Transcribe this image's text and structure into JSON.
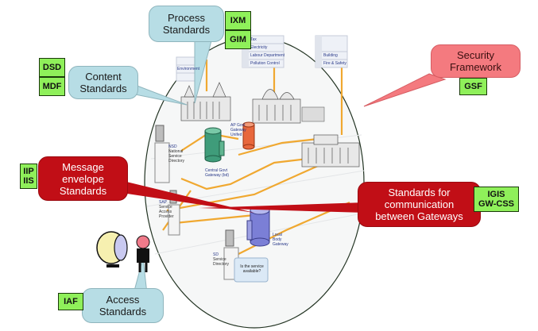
{
  "callouts": {
    "process": {
      "line1": "Process",
      "line2": "Standards"
    },
    "content": {
      "line1": "Content",
      "line2": "Standards"
    },
    "security": {
      "line1": "Security",
      "line2": "Framework"
    },
    "message": {
      "line1": "Message",
      "line2": "envelope",
      "line3": "Standards"
    },
    "communication": {
      "line1": "Standards for",
      "line2": "communication",
      "line3": "between Gateways"
    },
    "access": {
      "line1": "Access",
      "line2": "Standards"
    }
  },
  "tags": {
    "process": [
      "IXM",
      "GIM"
    ],
    "content": [
      "DSD",
      "MDF"
    ],
    "security": [
      "GSF"
    ],
    "message": [
      "IIP",
      "IIS"
    ],
    "communication": [
      "IGIS",
      "GW-CSS"
    ],
    "access": [
      "IAF"
    ]
  },
  "illustration": {
    "nsd": {
      "code": "NSD",
      "l1": "National",
      "l2": "Service",
      "l3": "Directory"
    },
    "central_gateway": {
      "l1": "Central Govt",
      "l2": "Gateway (bd)"
    },
    "ap_gateway": {
      "l1": "AP Govt",
      "l2": "Gateway",
      "l3": "Unifed"
    },
    "sap": {
      "code": "SAP",
      "l1": "Service",
      "l2": "Access",
      "l3": "Provider"
    },
    "local_gateway": {
      "l1": "Local",
      "l2": "Body",
      "l3": "Gateway"
    },
    "sd": {
      "code": "SD",
      "l1": "Service",
      "l2": "Directory"
    },
    "speech": {
      "l1": "Is the service",
      "l2": "available?"
    },
    "state_panel": {
      "title": "State Dept",
      "items": [
        "Tax",
        "Electricity",
        "Labour Department",
        "Pollution Control"
      ]
    },
    "local_panel": {
      "title": "Local Body",
      "items": [
        "Building",
        "Fire & Safety"
      ]
    },
    "left_panel": {
      "items": [
        "...",
        "Environment"
      ]
    }
  },
  "colors": {
    "callout_blue": "#b7dde5",
    "callout_pink": "#f47a7f",
    "callout_red": "#c10e16",
    "tag_green": "#8ff05a",
    "network_line": "#f0a830"
  }
}
